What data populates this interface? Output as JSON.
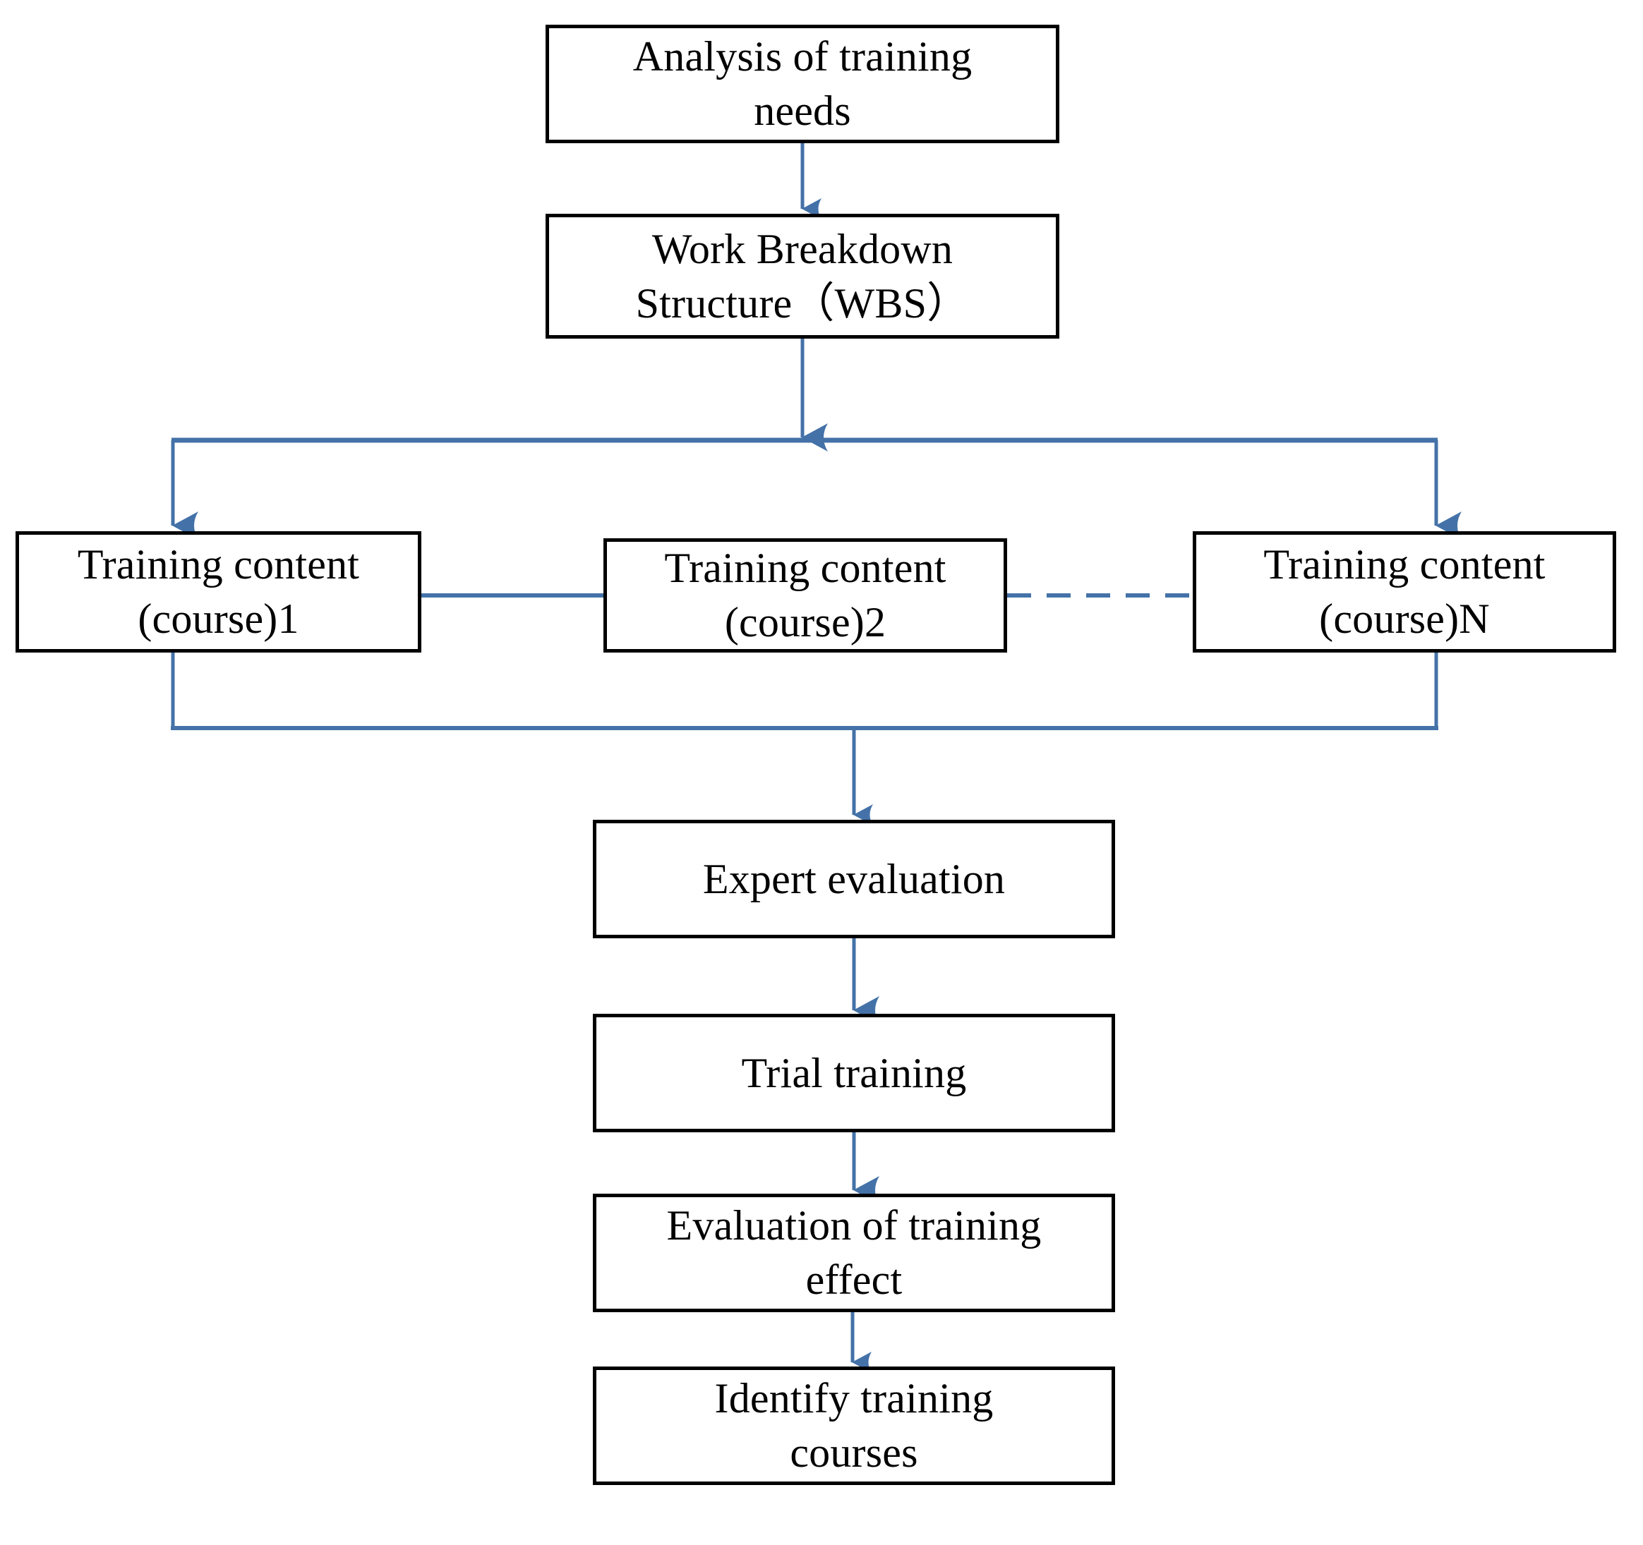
{
  "diagram": {
    "title": "Training course development flowchart",
    "accent_color": "#4472A8",
    "box_border_color": "#000000",
    "background_color": "#FFFFFF"
  },
  "nodes": {
    "analysis_of_training_needs": "Analysis of training\nneeds",
    "work_breakdown_structure": "Work Breakdown\nStructure（WBS）",
    "training_content_1": "Training content\n(course)1",
    "training_content_2": "Training content\n(course)2",
    "training_content_n": "Training content\n(course)N",
    "expert_evaluation": "Expert evaluation",
    "trial_training": "Trial training",
    "evaluation_of_training_effect": "Evaluation of training\neffect",
    "identify_training_courses": "Identify training\ncourses"
  },
  "connectors": [
    {
      "name": "needs-to-wbs",
      "from": "analysis_of_training_needs",
      "to": "work_breakdown_structure",
      "style": "solid",
      "arrow": true
    },
    {
      "name": "wbs-to-split",
      "from": "work_breakdown_structure",
      "to": "course-split-bar",
      "style": "solid",
      "arrow": true
    },
    {
      "name": "split-to-course-1",
      "from": "course-split-bar",
      "to": "training_content_1",
      "style": "solid",
      "arrow": true
    },
    {
      "name": "split-to-course-n",
      "from": "course-split-bar",
      "to": "training_content_n",
      "style": "solid",
      "arrow": true
    },
    {
      "name": "course-1-to-course-2",
      "from": "training_content_1",
      "to": "training_content_2",
      "style": "solid",
      "arrow": false
    },
    {
      "name": "course-2-to-course-n",
      "from": "training_content_2",
      "to": "training_content_n",
      "style": "dashed",
      "arrow": false
    },
    {
      "name": "courses-to-expert-evaluation",
      "from": "course-merge-bar",
      "to": "expert_evaluation",
      "style": "solid",
      "arrow": true
    },
    {
      "name": "expert-evaluation-to-trial-training",
      "from": "expert_evaluation",
      "to": "trial_training",
      "style": "solid",
      "arrow": true
    },
    {
      "name": "trial-training-to-evaluation-of-effect",
      "from": "trial_training",
      "to": "evaluation_of_training_effect",
      "style": "solid",
      "arrow": true
    },
    {
      "name": "evaluation-of-effect-to-identify-courses",
      "from": "evaluation_of_training_effect",
      "to": "identify_training_courses",
      "style": "solid",
      "arrow": true
    }
  ]
}
